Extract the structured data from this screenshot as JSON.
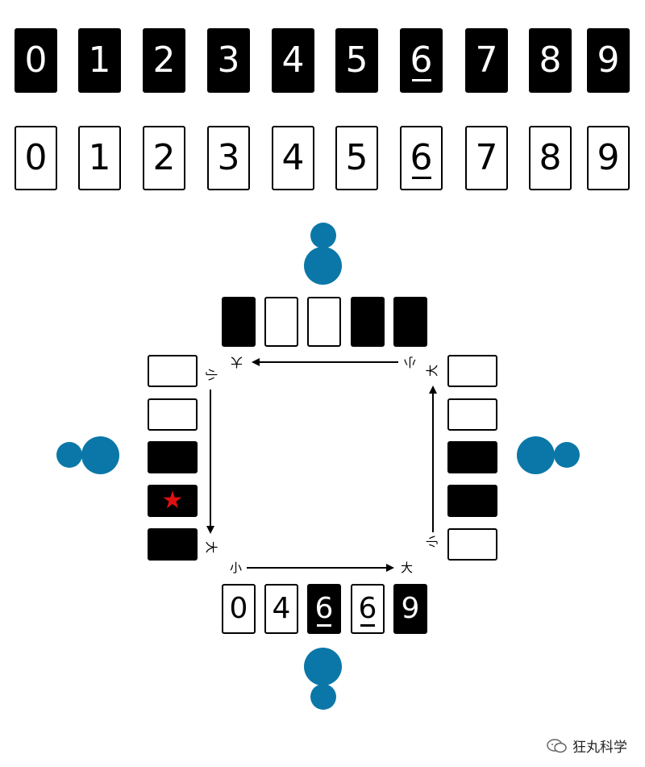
{
  "rows": {
    "black": [
      "0",
      "1",
      "2",
      "3",
      "4",
      "5",
      "6",
      "7",
      "8",
      "9"
    ],
    "white": [
      "0",
      "1",
      "2",
      "3",
      "4",
      "5",
      "6",
      "7",
      "8",
      "9"
    ],
    "underlined": "6"
  },
  "hands": {
    "south": [
      {
        "label": "0",
        "color": "white"
      },
      {
        "label": "4",
        "color": "white"
      },
      {
        "label": "6",
        "color": "black",
        "underline": true
      },
      {
        "label": "6",
        "color": "white",
        "underline": true
      },
      {
        "label": "9",
        "color": "black"
      }
    ],
    "north": [
      "black",
      "white",
      "white",
      "black",
      "black"
    ],
    "west": [
      "white",
      "white",
      "black",
      "black-star",
      "black"
    ],
    "east": [
      "white",
      "white",
      "black",
      "black",
      "white"
    ]
  },
  "labels": {
    "small": "小",
    "large": "大"
  },
  "colors": {
    "player": "#0b77a8",
    "star": "#e01010"
  },
  "watermark": {
    "text": "狂丸科学",
    "icon": "wechat-icon"
  }
}
